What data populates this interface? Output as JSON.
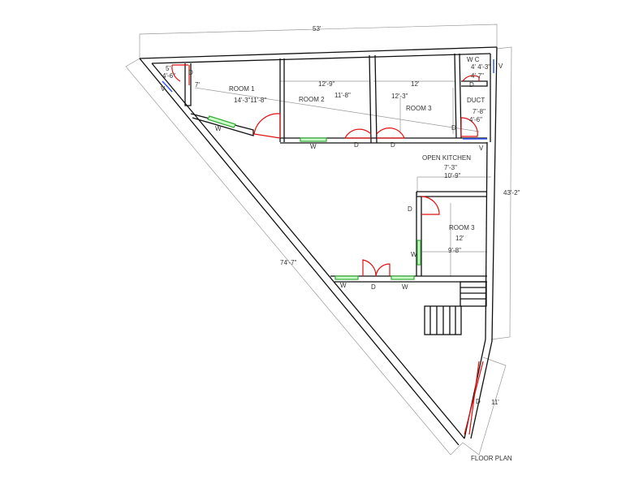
{
  "title": "FLOOR PLAN",
  "rooms": {
    "room1": {
      "label": "ROOM 1",
      "dims": "14'-3\"11'-8\""
    },
    "room2": {
      "label": "ROOM 2",
      "width": "12'-9\"",
      "depth": "11'-8\""
    },
    "room3_top": {
      "label": "ROOM 3",
      "width": "12'",
      "depth": "12'-3\""
    },
    "wc": {
      "label": "W C",
      "dims": "4' 4'-3\"",
      "dims2": "4'-7\""
    },
    "duct": {
      "label": "DUCT",
      "dims": "7'-8\"",
      "dims2": "4'-6\""
    },
    "kitchen": {
      "label": "OPEN KITCHEN",
      "dims": "7'-3\"",
      "dims2": "10'-9\""
    },
    "room3_bottom": {
      "label": "ROOM 3",
      "width": "12'",
      "depth": "9'-8\""
    },
    "corner": {
      "dims": "5'",
      "dims2": "4'-6\"",
      "dims3": "7'"
    }
  },
  "dimensions": {
    "top": "53'",
    "right": "43'-2\"",
    "diagonal": "74'-7\"",
    "bottom_right": "11'"
  },
  "symbols": {
    "door": "D",
    "window": "W",
    "vent": "V"
  },
  "colors": {
    "wall": "#111111",
    "door": "#e01010",
    "window": "#33aa33",
    "vent": "#3355ff",
    "dimension": "#999999"
  }
}
